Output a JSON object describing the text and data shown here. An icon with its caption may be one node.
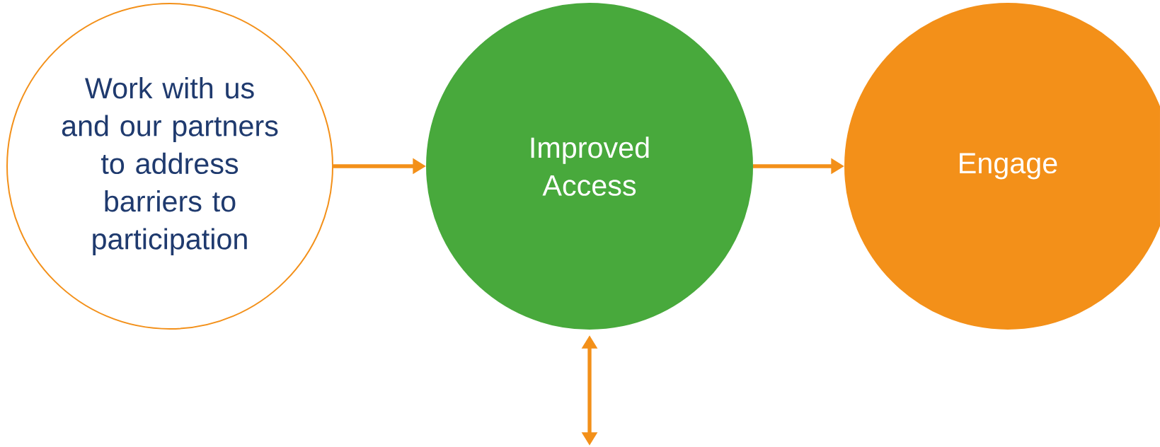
{
  "diagram": {
    "nodes": [
      {
        "text": [
          "Work with us and our partners to address barriers to participation"
        ]
      },
      {
        "text": [
          "Improved Access"
        ]
      },
      {
        "text": [
          "Engage"
        ]
      }
    ],
    "edges": [
      {
        "from": 0,
        "to": 1,
        "arrow": "to"
      },
      {
        "from": 1,
        "to": 2,
        "arrow": "to"
      },
      {
        "from": 1,
        "to": null,
        "arrow": "both"
      }
    ]
  }
}
